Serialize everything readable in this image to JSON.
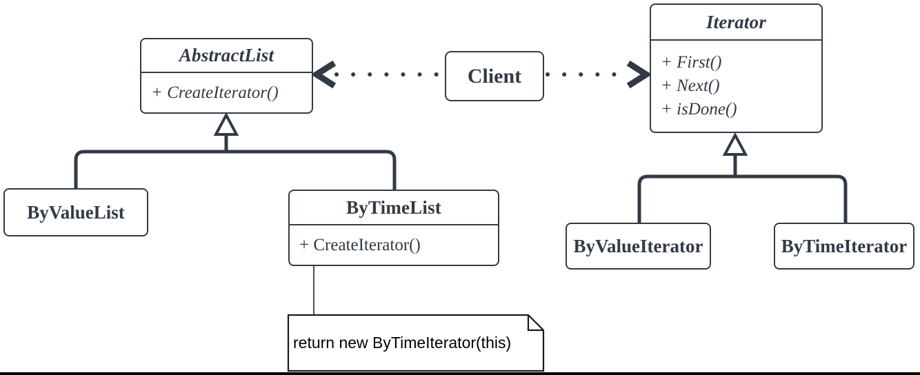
{
  "diagram": {
    "pattern_name": "Iterator pattern UML class diagram",
    "colors": {
      "stroke": "#333a46",
      "text": "#333a46",
      "note_border": "#1a1a1a",
      "note_text": "#000000",
      "background": "#ffffff",
      "bottom_bar": "#000000"
    },
    "classes": {
      "abstract_list": {
        "name": "AbstractList",
        "stereotype": "abstract",
        "methods": [
          "+ CreateIterator()"
        ]
      },
      "iterator": {
        "name": "Iterator",
        "stereotype": "abstract",
        "methods": [
          "+ First()",
          "+ Next()",
          "+ isDone()"
        ]
      },
      "by_value_list": {
        "name": "ByValueList"
      },
      "by_time_list": {
        "name": "ByTimeList",
        "methods": [
          "+ CreateIterator()"
        ]
      },
      "by_value_iterator": {
        "name": "ByValueIterator"
      },
      "by_time_iterator": {
        "name": "ByTimeIterator"
      }
    },
    "client": {
      "label": "Client"
    },
    "note": {
      "text": "return new ByTimeIterator(this)"
    },
    "relationships": [
      {
        "type": "dotted-dependency",
        "from": "Client",
        "to": "AbstractList"
      },
      {
        "type": "dotted-dependency",
        "from": "Client",
        "to": "Iterator"
      },
      {
        "type": "generalization",
        "from": "ByValueList",
        "to": "AbstractList"
      },
      {
        "type": "generalization",
        "from": "ByTimeList",
        "to": "AbstractList"
      },
      {
        "type": "generalization",
        "from": "ByValueIterator",
        "to": "Iterator"
      },
      {
        "type": "generalization",
        "from": "ByTimeIterator",
        "to": "Iterator"
      },
      {
        "type": "note-attachment",
        "from": "ByTimeList",
        "to": "note"
      }
    ]
  }
}
